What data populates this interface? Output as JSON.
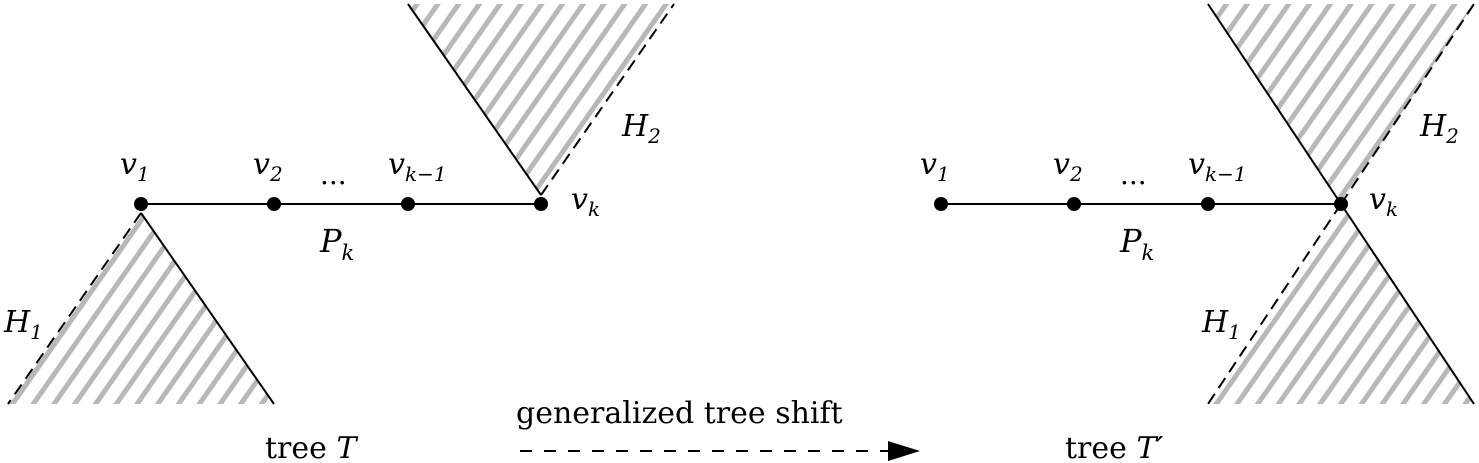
{
  "left_tree": {
    "vertices": [
      "v",
      "v",
      "v",
      "v"
    ],
    "vertex_subscripts": [
      "1",
      "2",
      "k−1",
      "k"
    ],
    "dots": "...",
    "path_label": "P",
    "path_label_sub": "k",
    "h1_label": "H",
    "h1_sub": "1",
    "h2_label": "H",
    "h2_sub": "2",
    "caption_prefix": "tree ",
    "caption_symbol": "T"
  },
  "right_tree": {
    "vertices": [
      "v",
      "v",
      "v",
      "v"
    ],
    "vertex_subscripts": [
      "1",
      "2",
      "k−1",
      "k"
    ],
    "dots": "...",
    "path_label": "P",
    "path_label_sub": "k",
    "h1_label": "H",
    "h1_sub": "1",
    "h2_label": "H",
    "h2_sub": "2",
    "caption_prefix": "tree ",
    "caption_symbol": "T′"
  },
  "arrow": {
    "label": "generalized tree shift"
  },
  "colors": {
    "ink": "#000000",
    "hatch": "#b8b8b8"
  }
}
